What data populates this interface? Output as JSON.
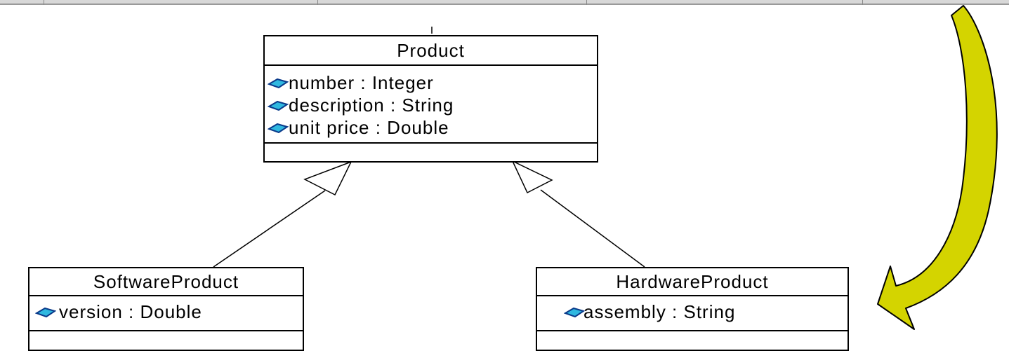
{
  "classes": {
    "product": {
      "name": "Product",
      "attributes": [
        "number : Integer",
        "description : String",
        "unit price : Double"
      ]
    },
    "software": {
      "name": "SoftwareProduct",
      "attributes": [
        "version : Double"
      ]
    },
    "hardware": {
      "name": "HardwareProduct",
      "attributes": [
        "assembly : String"
      ]
    }
  },
  "icons": {
    "attribute": "attribute-diamond-icon",
    "arrow": "curved-arrow-icon"
  },
  "colors": {
    "attribute_icon": "#2fb8e0",
    "arrow_fill": "#d4d400",
    "line": "#000000"
  }
}
